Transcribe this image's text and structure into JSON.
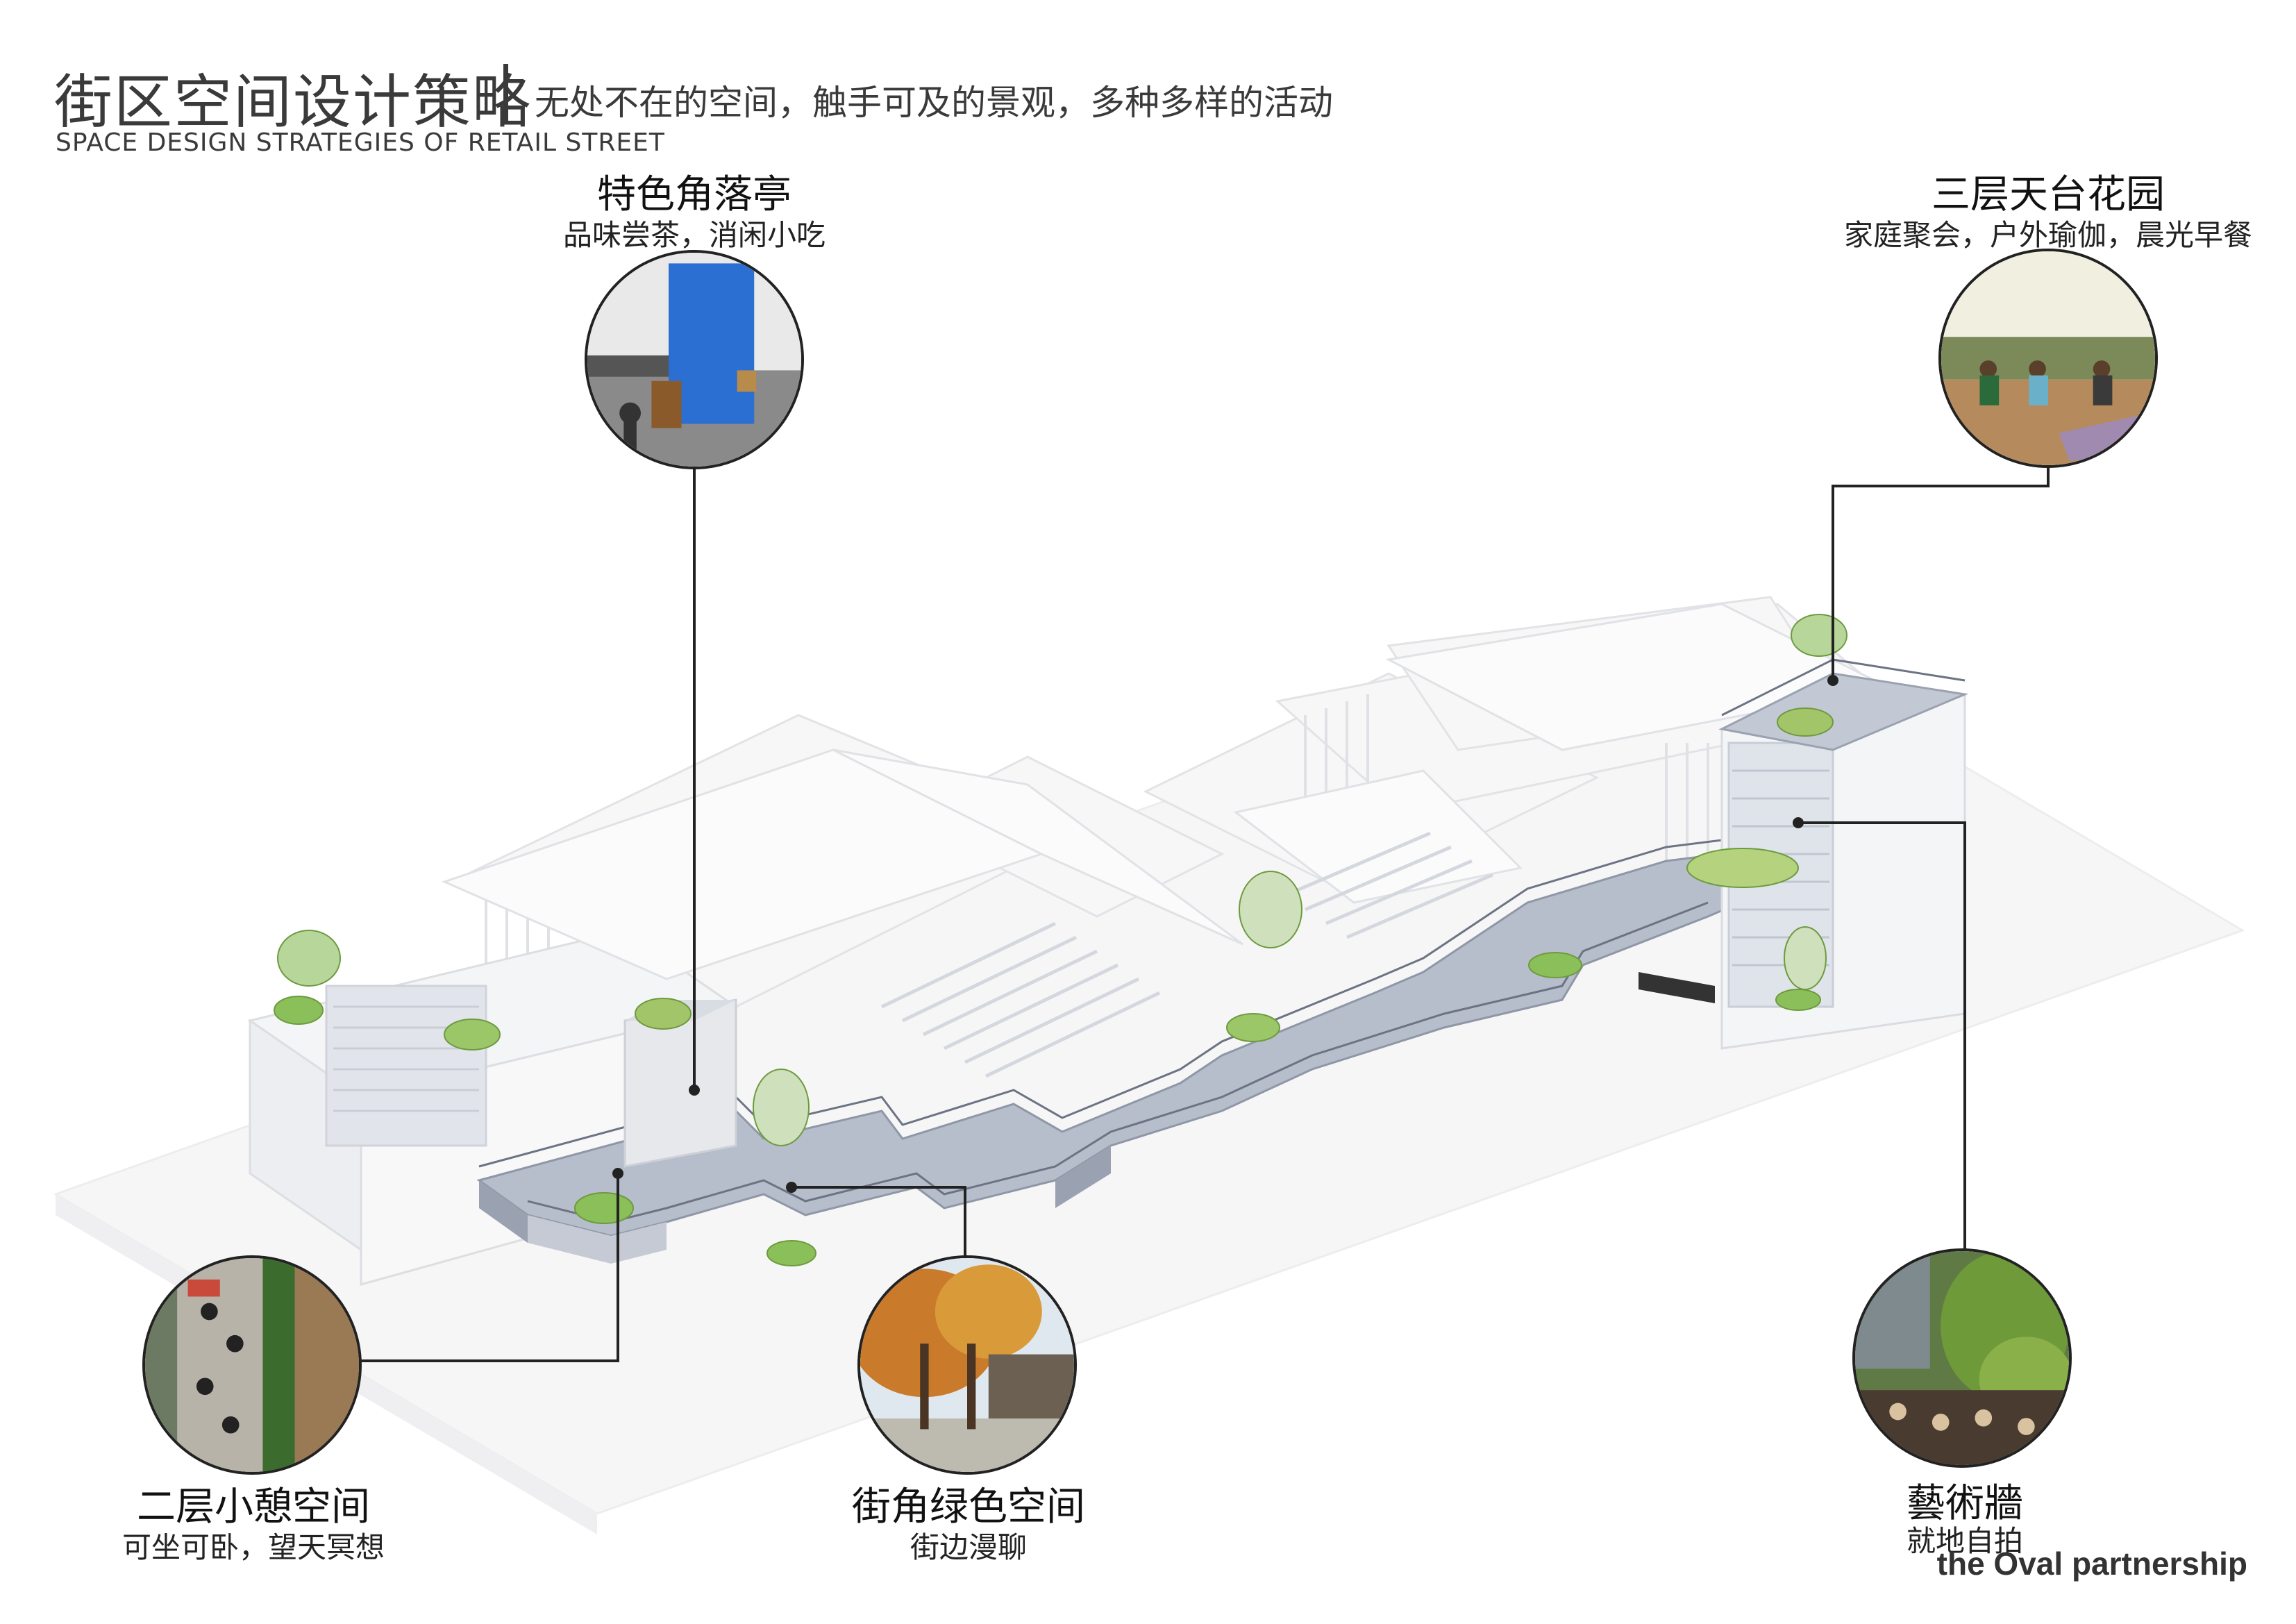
{
  "header": {
    "title_cn": "街区空间设计策略",
    "subtitle_cn": "无处不在的空间，触手可及的景观，多种多样的活动",
    "title_en": "SPACE DESIGN STRATEGIES OF RETAIL STREET"
  },
  "callouts": [
    {
      "id": "kiosk",
      "title": "特色角落亭",
      "subtitle": "品味尝茶，消闲小吃"
    },
    {
      "id": "roof",
      "title": "三层天台花园",
      "subtitle": "家庭聚会，户外瑜伽，晨光早餐"
    },
    {
      "id": "rest",
      "title": "二层小憩空间",
      "subtitle": "可坐可卧，望天冥想"
    },
    {
      "id": "green",
      "title": "街角绿色空间",
      "subtitle": "街边漫聊"
    },
    {
      "id": "artwall",
      "title": "藝術牆",
      "subtitle": "就地自拍"
    }
  ],
  "logo": "the Oval partnership",
  "colors": {
    "line": "#222222",
    "deck": "#aeb6c6",
    "building": "#f3f4f6",
    "planting": "#8bbf5a",
    "kiosk_blue": "#2a6fd1"
  }
}
